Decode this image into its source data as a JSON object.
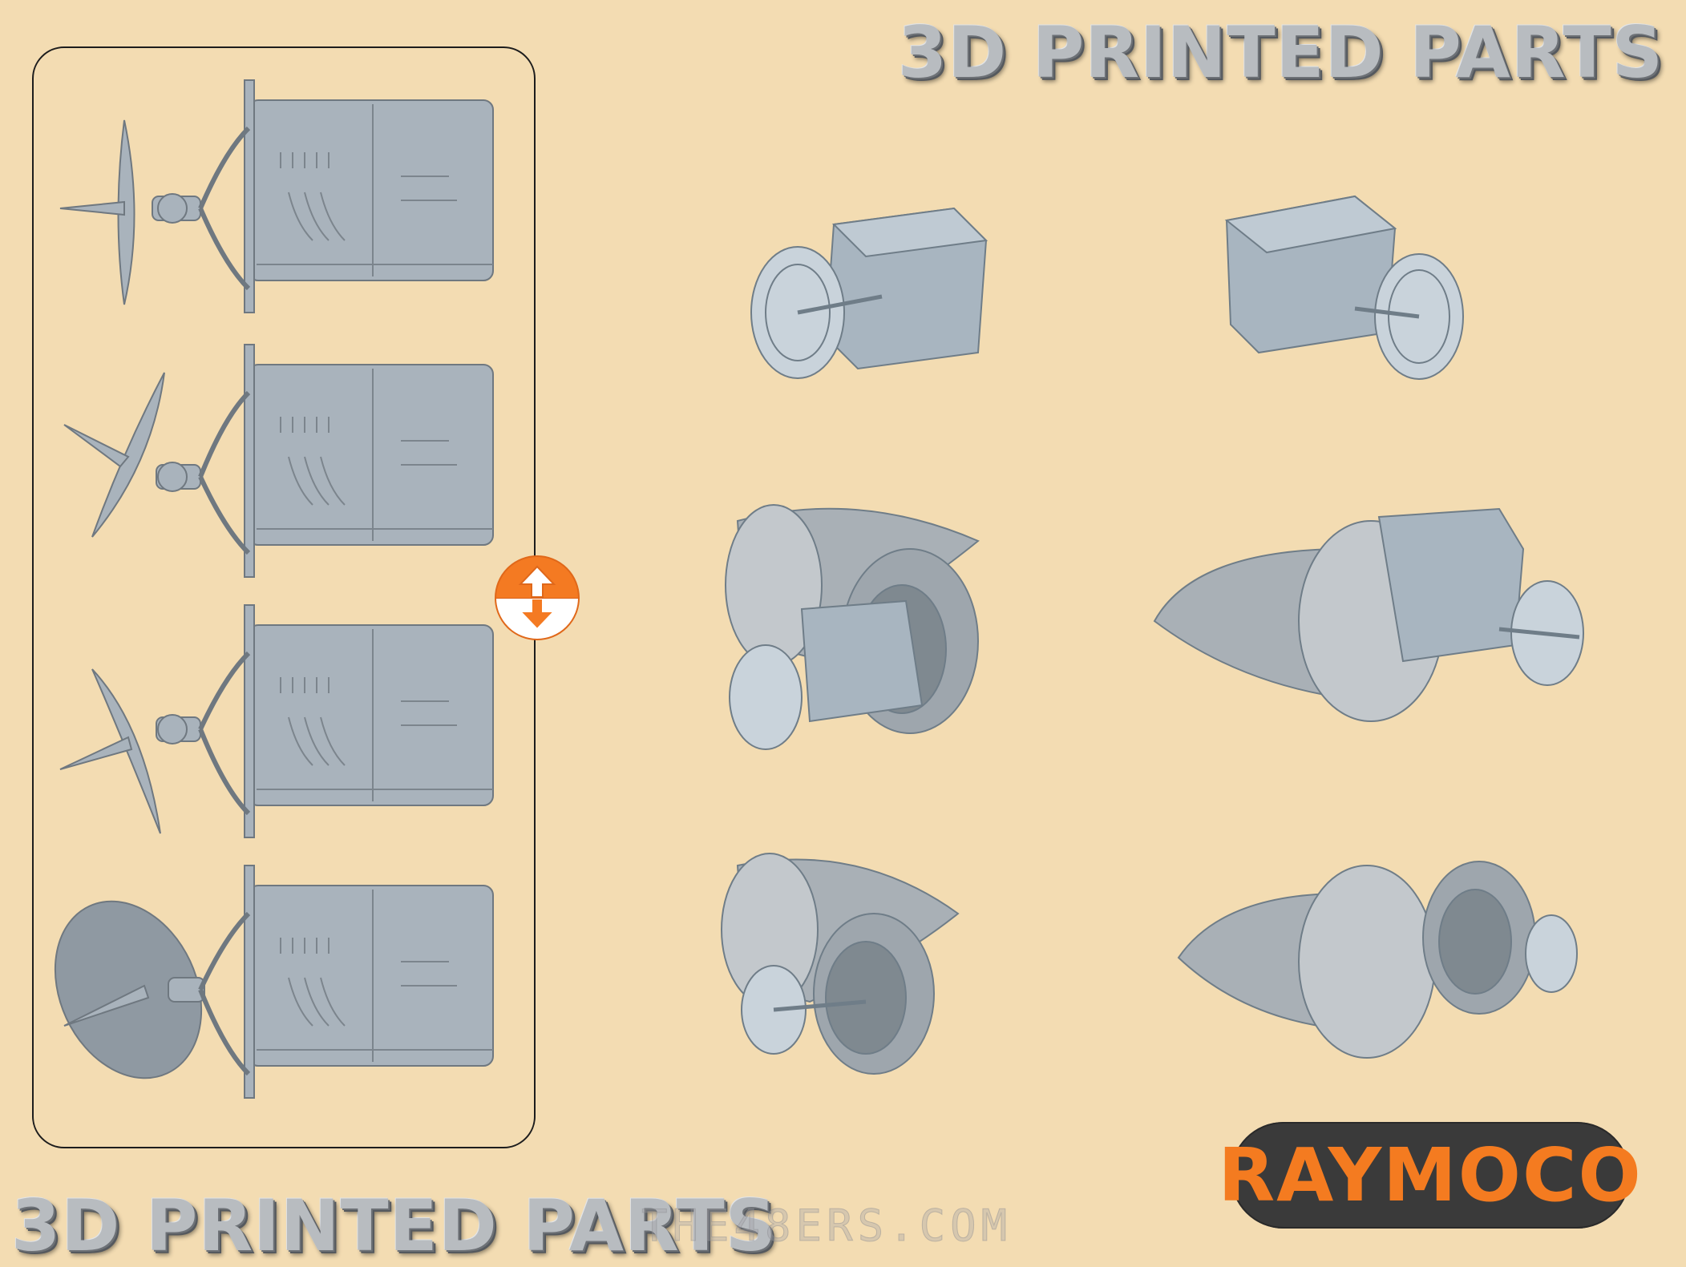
{
  "header": {
    "title": "3D PRINTED PARTS"
  },
  "footer": {
    "title": "3D PRINTED PARTS",
    "watermark": "THE48ERS.COM"
  },
  "brand": {
    "logo_text": "RAYMOCO",
    "logo_color": "#f47b20",
    "logo_bg": "#3a3a3a"
  },
  "colors": {
    "background": "#f3dcb2",
    "part_grey": "#a9b3bc",
    "accent_orange": "#f47a22"
  },
  "controls": {
    "swap_icon": "up-down-arrow-icon"
  }
}
